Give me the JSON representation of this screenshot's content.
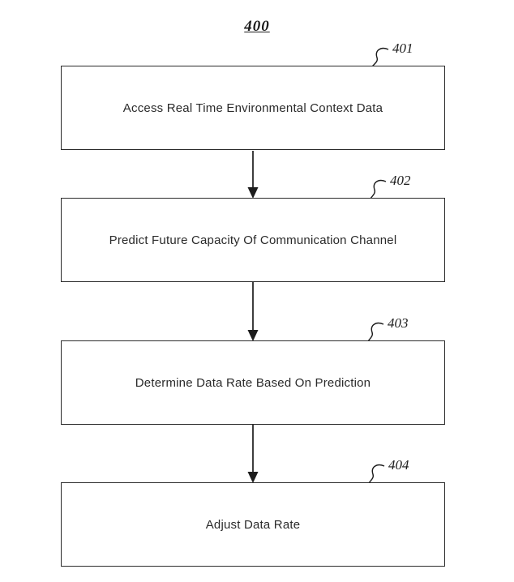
{
  "figure": {
    "number": "400"
  },
  "steps": [
    {
      "ref": "401",
      "label": "Access Real Time Environmental Context Data"
    },
    {
      "ref": "402",
      "label": "Predict Future Capacity Of Communication Channel"
    },
    {
      "ref": "403",
      "label": "Determine Data Rate Based On Prediction"
    },
    {
      "ref": "404",
      "label": "Adjust Data Rate"
    }
  ],
  "connectors": {
    "arrow_count": 3,
    "style": "vertical line with solid filled triangular arrowhead"
  },
  "colors": {
    "background": "#ffffff",
    "line": "#1c1c1c",
    "box_border": "#2b2b2b",
    "text": "#2a2a2a"
  }
}
